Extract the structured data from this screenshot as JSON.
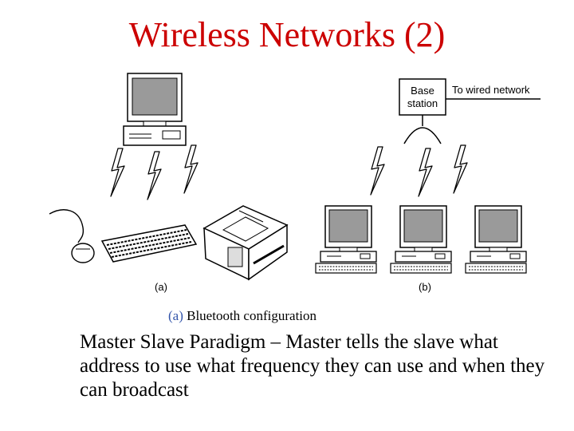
{
  "slide": {
    "title": "Wireless Networks (2)",
    "caption_tag": "(a)",
    "caption_text": "Bluetooth configuration",
    "body": "Master Slave Paradigm – Master tells the slave what address to use what frequency they can use and when they can broadcast"
  },
  "figure": {
    "label_a": "(a)",
    "label_b": "(b)",
    "base_station_line1": "Base",
    "base_station_line2": "station",
    "wired_network": "To wired network"
  },
  "colors": {
    "title": "#cc0000",
    "caption_tag": "#3355aa",
    "screen": "#9a9a9a"
  }
}
